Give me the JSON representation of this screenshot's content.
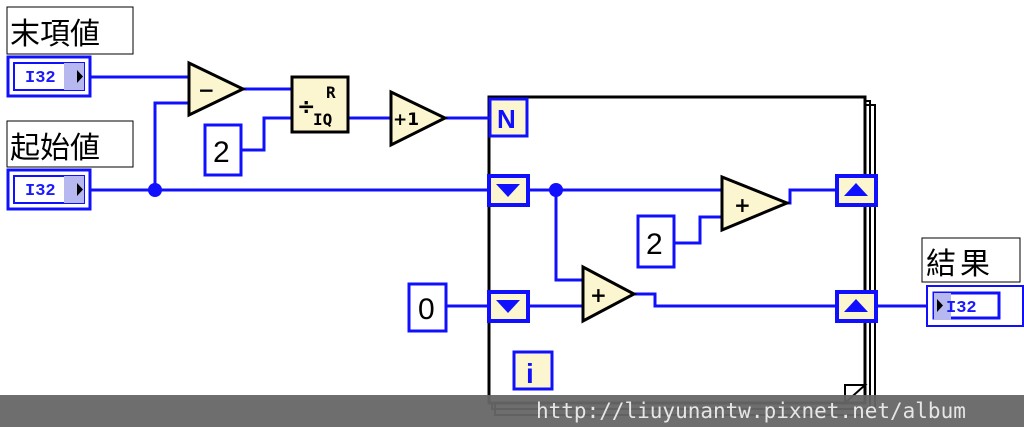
{
  "controls": {
    "end_value": {
      "label": "末項値",
      "type": "I32"
    },
    "start_value": {
      "label": "起始値",
      "type": "I32"
    }
  },
  "indicator": {
    "label": "結果",
    "type": "I32"
  },
  "constants": {
    "divisor": "2",
    "step": "2",
    "initial_sum": "0"
  },
  "functions": {
    "subtract": "−",
    "quotient_remainder": {
      "r": "R",
      "iq": "IQ",
      "sign": "÷"
    },
    "increment": "+1",
    "add": "+"
  },
  "loop": {
    "count_terminal": "N",
    "iteration_terminal": "i"
  },
  "watermark": "http://liuyunantw.pixnet.net/album",
  "colors": {
    "wire": "#1010ff",
    "function_fill": "#fbf6cf",
    "watermark_bar": "#666666"
  }
}
